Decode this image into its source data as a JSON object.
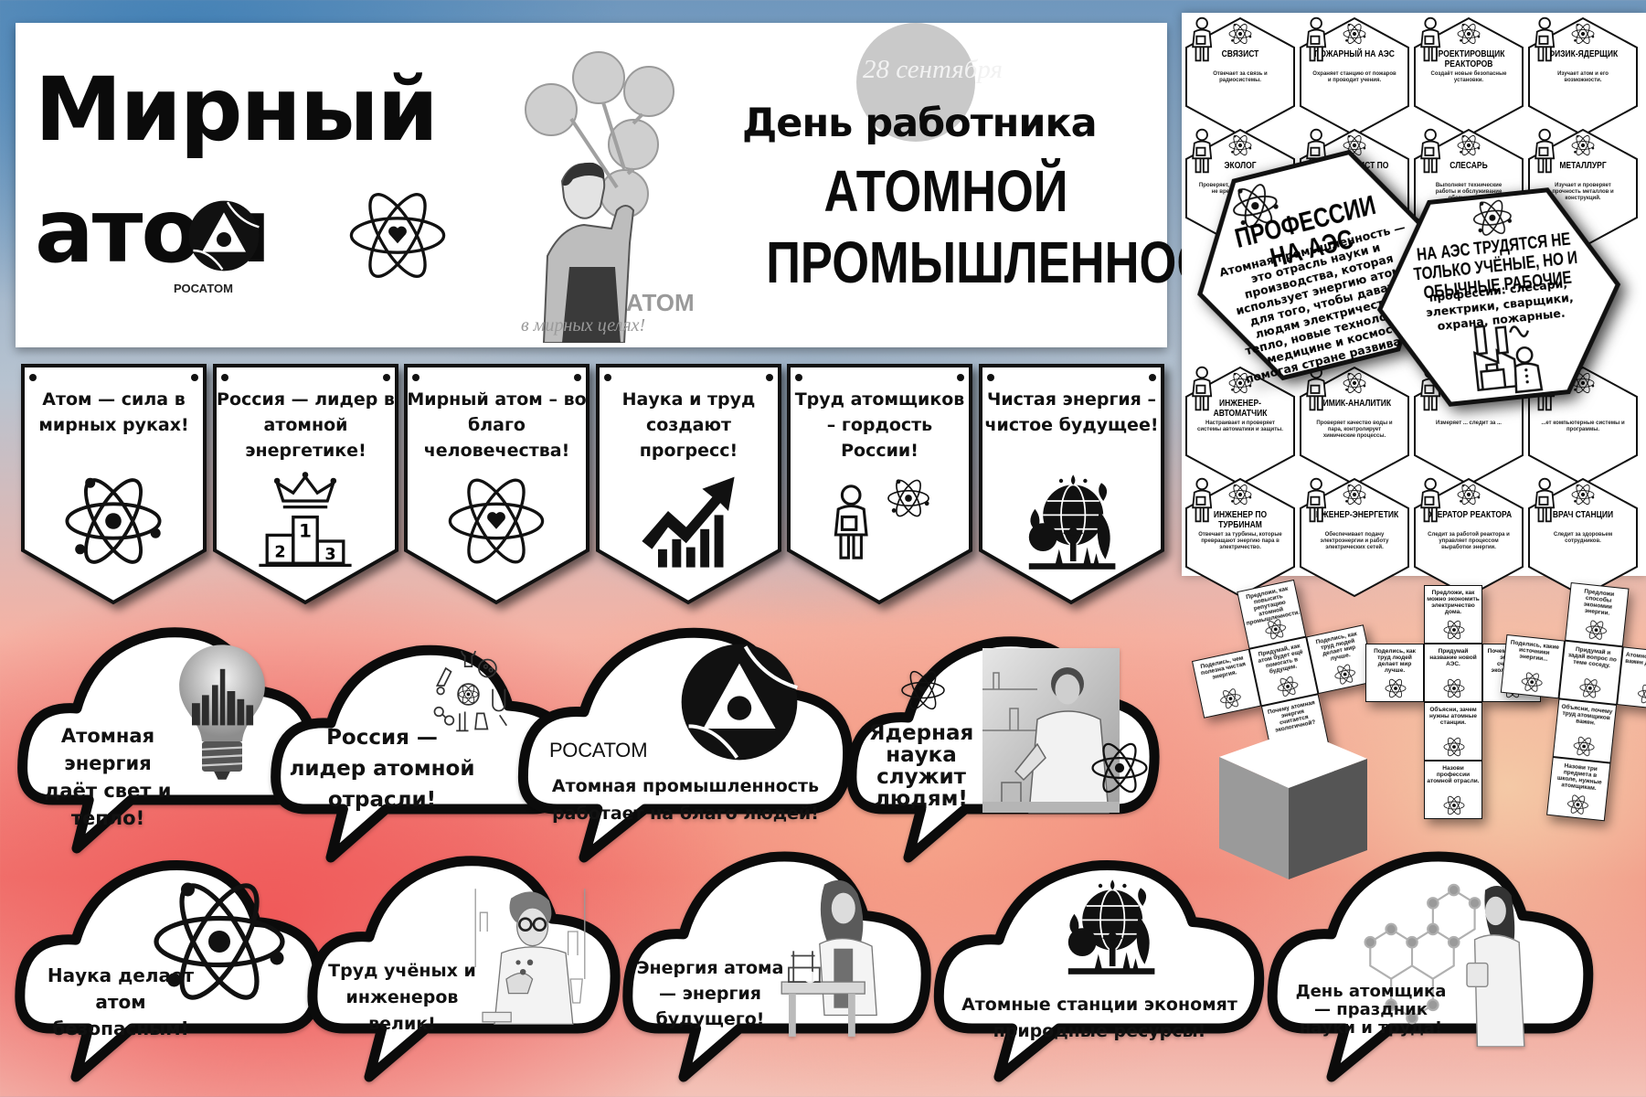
{
  "banner": {
    "title_line1": "Мирный",
    "title_line2": "атом",
    "logo_text": "РОСАТОМ",
    "poster_caption_1": "АТОМ",
    "poster_caption_2": "в мирных целях!",
    "date": "28 сентября",
    "day_title": "День работника",
    "industry_title_line1": "АТОМНОЙ",
    "industry_title_line2": "ПРОМЫШЛЕННОСТИ"
  },
  "pennants": [
    {
      "text": "Атом — сила в мирных руках!",
      "icon": "atom-icon"
    },
    {
      "text": "Россия — лидер в атомной энергетике!",
      "icon": "crown-podium-icon"
    },
    {
      "text": "Мирный атом – во благо человечества!",
      "icon": "atom-heart-icon"
    },
    {
      "text": "Наука и труд создают прогресс!",
      "icon": "growth-chart-icon"
    },
    {
      "text": "Труд атомщиков – гордость России!",
      "icon": "scientist-atom-icon"
    },
    {
      "text": "Чистая энергия – чистое будущее!",
      "icon": "earth-nature-icon"
    }
  ],
  "professions": {
    "cards": [
      {
        "title": "СВЯЗИСТ",
        "desc": "Отвечает за связь и радиосистемы."
      },
      {
        "title": "ПОЖАРНЫЙ НА АЭС",
        "desc": "Охраняет станцию от пожаров и проводит учения."
      },
      {
        "title": "ПРОЕКТИРОВЩИК РЕАКТОРОВ",
        "desc": "Создаёт новые безопасные установки."
      },
      {
        "title": "ФИЗИК-ЯДЕРЩИК",
        "desc": "Изучает атом и его возможности."
      },
      {
        "title": "ЭКОЛОГ",
        "desc": "Проверяет, чтобы работа АЭС не вредила природе."
      },
      {
        "title": "СПЕЦИАЛИСТ ПО ...ОСТИ",
        "desc": ""
      },
      {
        "title": "СЛЕСАРЬ",
        "desc": "Выполняет технические работы и обслуживание оборудования."
      },
      {
        "title": "МЕТАЛЛУРГ",
        "desc": "Изучает и проверяет прочность металлов и конструкций."
      },
      {
        "title": "ИНЖЕНЕР-АВТОМАТЧИК",
        "desc": "Настраивает и проверяет системы автоматики и защиты."
      },
      {
        "title": "ХИМИК-АНАЛИТИК",
        "desc": "Проверяет качество воды и пара, контролирует химические процессы."
      },
      {
        "title": "",
        "desc": "Измеряет ... следит за ..."
      },
      {
        "title": "",
        "desc": "...ет компьютерные системы и программы."
      },
      {
        "title": "ИНЖЕНЕР ПО ТУРБИНАМ",
        "desc": "Отвечает за турбины, которые превращают энергию пара в электричество."
      },
      {
        "title": "ИНЖЕНЕР-ЭНЕРГЕТИК",
        "desc": "Обеспечивает подачу электроэнергии и работу электрических сетей."
      },
      {
        "title": "ОПЕРАТОР РЕАКТОРА",
        "desc": "Следит за работой реактора и управляет процессом выработки энергии."
      },
      {
        "title": "ВРАЧ СТАНЦИИ",
        "desc": "Следит за здоровьем сотрудников."
      }
    ],
    "overlay_1": {
      "title": "ПРОФЕССИИ НА АЭС",
      "body": "Атомная промышленность — это отрасль науки и производства, которая использует энергию атома для того, чтобы давать людям электричество, тепло, новые технологии в медицине и космосе, помогая стране развиваться."
    },
    "overlay_2": {
      "title": "НА АЭС ТРУДЯТСЯ НЕ ТОЛЬКО УЧЁНЫЕ, НО И ОБЫЧНЫЕ РАБОЧИЕ",
      "body": "профессии: слесари, электрики, сварщики, охрана, пожарные."
    }
  },
  "cube_nets": {
    "cells": [
      "Предложи, как повысить репутацию атомной промышленности.",
      "Придумай, как атом будет ещё помогать в будущем.",
      "Поделись, чем полезна чистая энергия.",
      "Предложи, как можно экономить электричество дома.",
      "Поделись, как труд людей делает мир лучше.",
      "Придумай название новой АЭС.",
      "Почему атомная энергия считается экологичной?",
      "Объясни, зачем нужны атомные станции.",
      "Назови профессии атомной отрасли.",
      "Предложи способы экономии энергии.",
      "Поделись, какие источники энергии...",
      "Придумай и задай вопрос по теме соседу.",
      "Атомной энергии важен для мира?",
      "Объясни, почему труд атомщиков важен.",
      "Назови три предмета в школе, нужные атомщикам."
    ]
  },
  "clouds": [
    {
      "text": "Атомная энергия даёт свет и тепло!",
      "art": "lightbulb-city-icon"
    },
    {
      "text": "Россия — лидер атомной отрасли!",
      "art": "science-doodles-icon"
    },
    {
      "logo": "РОСАТОМ",
      "text": "Атомная промышленность работает на благо людей!",
      "art": "rosatom-logo-icon"
    },
    {
      "text": "Ядерная наука служит людям!",
      "art": "scientist-lab-illustration"
    },
    {
      "text": "Наука делает атом безопасным!",
      "art": "atom-icon"
    },
    {
      "text": "Труд учёных и инженеров велик!",
      "art": "engineer-illustration"
    },
    {
      "text": "Энергия атома — энергия будущего!",
      "art": "woman-scientist-illustration"
    },
    {
      "text": "Атомные станции экономят природные ресурсы!",
      "art": "earth-nature-icon"
    },
    {
      "text": "День атомщика — праздник науки и труда!",
      "art": "molecule-scientist-illustration"
    }
  ],
  "colors": {
    "ink": "#0b0b0b",
    "paper": "#ffffff",
    "bg_top": "#6f97bd",
    "bg_bottom": "#f07b74",
    "date_circle": "#c9c9c9"
  }
}
